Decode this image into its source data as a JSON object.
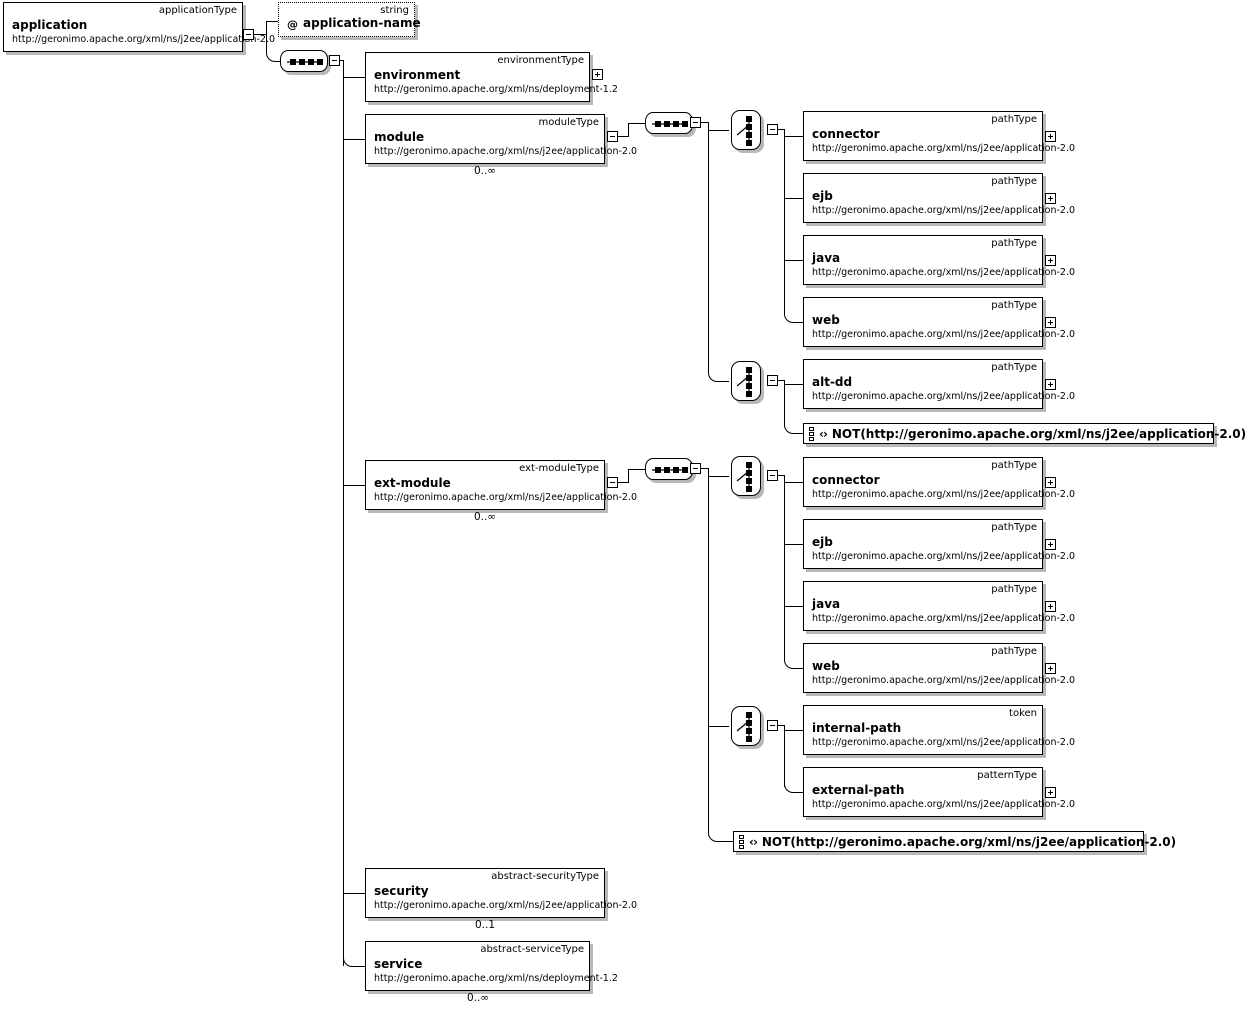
{
  "diagram": {
    "title": "application (applicationType) XML Schema diagram",
    "namespaces": {
      "j2ee": "http://geronimo.apache.org/xml/ns/j2ee/application-2.0",
      "deployment": "http://geronimo.apache.org/xml/ns/deployment-1.2"
    },
    "icons": {
      "sequence": "sequence-compositor-icon",
      "choice": "choice-compositor-icon",
      "expand": "expand-plus-icon",
      "collapse": "collapse-minus-icon",
      "any": "any-element-icon"
    }
  },
  "root": {
    "name": "application",
    "type": "applicationType",
    "namespace": "http://geronimo.apache.org/xml/ns/j2ee/application-2.0"
  },
  "attribute": {
    "prefix": "@",
    "name": "application-name",
    "type": "string"
  },
  "children": [
    {
      "name": "environment",
      "type": "environmentType",
      "namespace": "http://geronimo.apache.org/xml/ns/deployment-1.2",
      "occurs": ""
    },
    {
      "name": "module",
      "type": "moduleType",
      "namespace": "http://geronimo.apache.org/xml/ns/j2ee/application-2.0",
      "occurs": "0..∞"
    },
    {
      "name": "ext-module",
      "type": "ext-moduleType",
      "namespace": "http://geronimo.apache.org/xml/ns/j2ee/application-2.0",
      "occurs": "0..∞"
    },
    {
      "name": "security",
      "type": "abstract-securityType",
      "namespace": "http://geronimo.apache.org/xml/ns/j2ee/application-2.0",
      "occurs": "0..1"
    },
    {
      "name": "service",
      "type": "abstract-serviceType",
      "namespace": "http://geronimo.apache.org/xml/ns/deployment-1.2",
      "occurs": "0..∞"
    }
  ],
  "module_branch": {
    "choice1": [
      {
        "name": "connector",
        "type": "pathType",
        "namespace": "http://geronimo.apache.org/xml/ns/j2ee/application-2.0"
      },
      {
        "name": "ejb",
        "type": "pathType",
        "namespace": "http://geronimo.apache.org/xml/ns/j2ee/application-2.0"
      },
      {
        "name": "java",
        "type": "pathType",
        "namespace": "http://geronimo.apache.org/xml/ns/j2ee/application-2.0"
      },
      {
        "name": "web",
        "type": "pathType",
        "namespace": "http://geronimo.apache.org/xml/ns/j2ee/application-2.0"
      }
    ],
    "choice2": [
      {
        "name": "alt-dd",
        "type": "pathType",
        "namespace": "http://geronimo.apache.org/xml/ns/j2ee/application-2.0"
      }
    ],
    "any": "NOT(http://geronimo.apache.org/xml/ns/j2ee/application-2.0)"
  },
  "ext_module_branch": {
    "choice1": [
      {
        "name": "connector",
        "type": "pathType",
        "namespace": "http://geronimo.apache.org/xml/ns/j2ee/application-2.0"
      },
      {
        "name": "ejb",
        "type": "pathType",
        "namespace": "http://geronimo.apache.org/xml/ns/j2ee/application-2.0"
      },
      {
        "name": "java",
        "type": "pathType",
        "namespace": "http://geronimo.apache.org/xml/ns/j2ee/application-2.0"
      },
      {
        "name": "web",
        "type": "pathType",
        "namespace": "http://geronimo.apache.org/xml/ns/j2ee/application-2.0"
      }
    ],
    "choice2": [
      {
        "name": "internal-path",
        "type": "token",
        "namespace": "http://geronimo.apache.org/xml/ns/j2ee/application-2.0"
      },
      {
        "name": "external-path",
        "type": "patternType",
        "namespace": "http://geronimo.apache.org/xml/ns/j2ee/application-2.0"
      }
    ],
    "any": "NOT(http://geronimo.apache.org/xml/ns/j2ee/application-2.0)"
  },
  "angle_brackets": "‹›"
}
